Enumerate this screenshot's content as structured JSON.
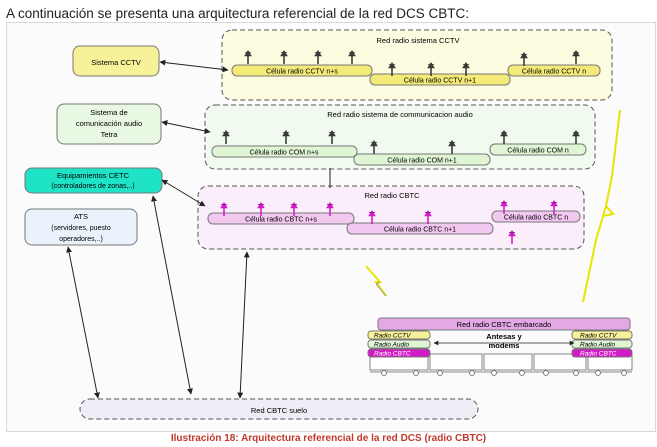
{
  "intro_text": "A continuación se presenta una arquitectura referencial de la red DCS CBTC:",
  "caption": "Ilustración 18: Arquitectura referencial de la red DCS (radio CBTC)",
  "colors": {
    "cctv_box": "#f7f29a",
    "audio_box": "#e9f8e2",
    "cetc_box": "#1fe3c7",
    "ats_box": "#eaf3fb",
    "cctv_net": "#fdfbe0",
    "audio_net": "#f1faee",
    "cbtc_net": "#fbeefb",
    "cctv_cell": "#f3ea78",
    "audio_cell": "#dff5d4",
    "cbtc_cell": "#f2c8f0",
    "radio_cbtc": "#d21bc7",
    "embarcado_bar": "#e2a9e6",
    "suelo_net": "#eeeef6",
    "lightning": "#e6e600",
    "caption_red": "#c0392b"
  },
  "left_boxes": {
    "cctv": {
      "line1": "Sistema CCTV"
    },
    "audio": {
      "line1": "Sistema de",
      "line2": "comunicación audio",
      "line3": "Tetra"
    },
    "cetc": {
      "line1": "Equipamientos CETC",
      "line2": "(controladores de zonas,..)"
    },
    "ats": {
      "line1": "ATS",
      "line2": "(servidores, puesto",
      "line3": "operadores,..)"
    }
  },
  "networks": {
    "cctv": {
      "title": "Red radio sistema CCTV",
      "cells": [
        "Célula radio CCTV n+s",
        "Célula radio CCTV n+1",
        "Célula radio CCTV n"
      ]
    },
    "audio": {
      "title": "Red radio sistema de communicacion audio",
      "cells": [
        "Célula radio COM n+s",
        "Célula radio COM n+1",
        "Célula radio COM n"
      ]
    },
    "cbtc": {
      "title": "Red radio CBTC",
      "cells": [
        "Célula radio CBTC n+s",
        "Célula radio CBTC n+1",
        "Célula radio CBTC n"
      ]
    }
  },
  "train": {
    "bar_title": "Red radio CBTC embarcado",
    "center_line1": "Antesas y",
    "center_line2": "modems",
    "left_labels": [
      "Radio CCTV",
      "Radio Audio",
      "Radio CBTC"
    ],
    "right_labels": [
      "Radio CCTV",
      "Radio Audio",
      "Radio CBTC"
    ]
  },
  "ground_network": "Red CBTC suelo"
}
